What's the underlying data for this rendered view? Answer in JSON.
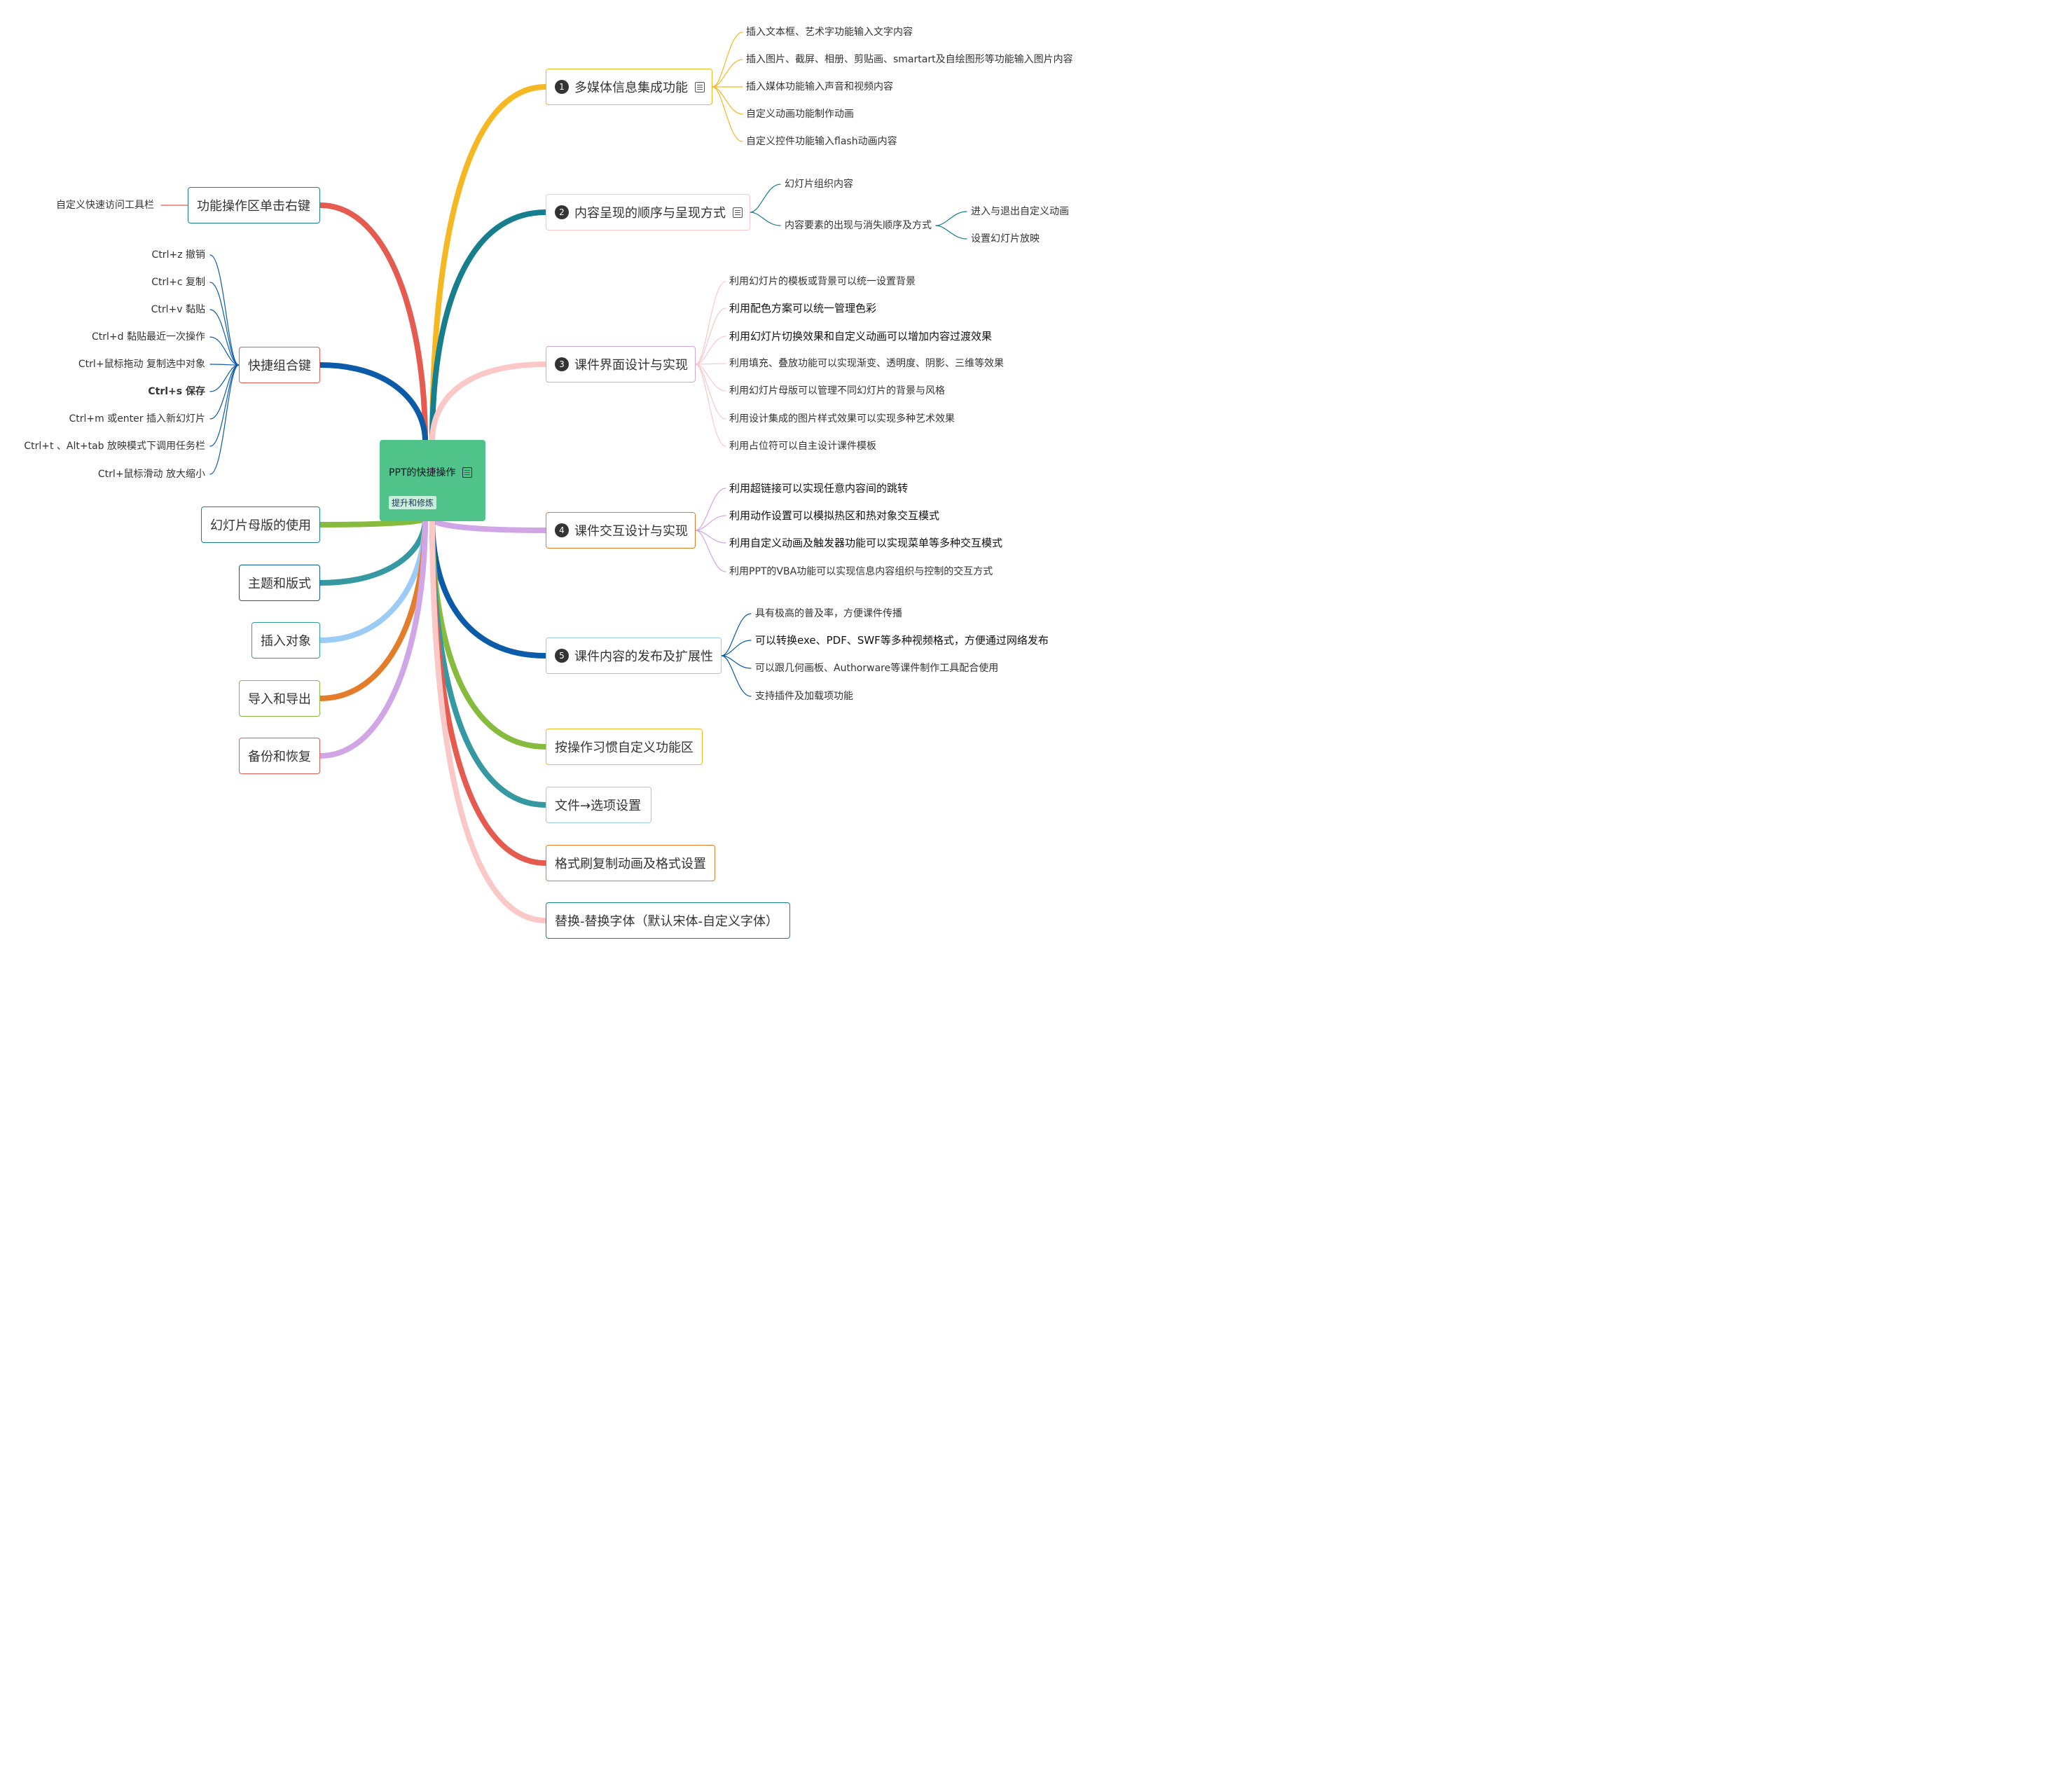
{
  "central": {
    "title": "PPT的快捷操作",
    "tag": "提升和修炼"
  },
  "right_topics": [
    {
      "num": "1",
      "label": "多媒体信息集成功能",
      "children": [
        "插入文本框、艺术字功能输入文字内容",
        "插入图片、截屏、相册、剪贴画、smartart及自绘图形等功能输入图片内容",
        "插入媒体功能输入声音和视频内容",
        "自定义动画功能制作动画",
        "自定义控件功能输入flash动画内容"
      ]
    },
    {
      "num": "2",
      "label": "内容呈现的顺序与呈现方式",
      "children": [
        "幻灯片组织内容",
        "内容要素的出现与消失顺序及方式"
      ],
      "grandchildren": [
        "进入与退出自定义动画",
        "设置幻灯片放映"
      ]
    },
    {
      "num": "3",
      "label": "课件界面设计与实现",
      "children": [
        "利用幻灯片的模板或背景可以统一设置背景",
        "利用配色方案可以统一管理色彩",
        "利用幻灯片切换效果和自定义动画可以增加内容过渡效果",
        "利用填充、叠放功能可以实现渐变、透明度、阴影、三维等效果",
        "利用幻灯片母版可以管理不同幻灯片的背景与风格",
        "利用设计集成的图片样式效果可以实现多种艺术效果",
        "利用占位符可以自主设计课件模板"
      ]
    },
    {
      "num": "4",
      "label": "课件交互设计与实现",
      "children": [
        "利用超链接可以实现任意内容间的跳转",
        "利用动作设置可以模拟热区和热对象交互模式",
        "利用自定义动画及触发器功能可以实现菜单等多种交互模式",
        "利用PPT的VBA功能可以实现信息内容组织与控制的交互方式"
      ]
    },
    {
      "num": "5",
      "label": "课件内容的发布及扩展性",
      "children": [
        "具有极高的普及率，方便课件传播",
        "可以转换exe、PDF、SWF等多种视频格式，方便通过网络发布",
        "可以跟几何画板、Authorware等课件制作工具配合使用",
        "支持插件及加载项功能"
      ]
    },
    {
      "label": "按操作习惯自定义功能区"
    },
    {
      "label": "文件→选项设置"
    },
    {
      "label": "格式刷复制动画及格式设置"
    },
    {
      "label": "替换-替换字体（默认宋体-自定义字体）"
    }
  ],
  "left_topics": [
    {
      "label": "功能操作区单击右键",
      "children": [
        "自定义快速访问工具栏"
      ]
    },
    {
      "label": "快捷组合键",
      "children": [
        "Ctrl+z 撤销",
        "Ctrl+c 复制",
        "Ctrl+v 黏贴",
        "Ctrl+d 黏贴最近一次操作",
        "Ctrl+鼠标拖动  复制选中对象",
        "Ctrl+s 保存",
        "Ctrl+m 或enter 插入新幻灯片",
        "Ctrl+t 、Alt+tab 放映模式下调用任务栏",
        "Ctrl+鼠标滑动 放大缩小"
      ]
    },
    {
      "label": "幻灯片母版的使用"
    },
    {
      "label": "主题和版式"
    },
    {
      "label": "插入对象"
    },
    {
      "label": "导入和导出"
    },
    {
      "label": "备份和恢复"
    }
  ],
  "colors": {
    "center": "#4fc38a",
    "t1": "#f5b722",
    "t2": "#177e8e",
    "t3": "#fbc8c8",
    "t4": "#d1a6e6",
    "t5": "#0b5ba8",
    "t6": "#86bb3e",
    "t7": "#3699a2",
    "t8": "#e65b4f",
    "t9": "#fbc8c8",
    "l1": "#e65b4f",
    "l2": "#0b5ba8",
    "l3": "#86bb3e",
    "l4": "#3699a2",
    "l5": "#9ccbf5",
    "l6": "#e47d2a",
    "l7": "#d1a6e6"
  }
}
